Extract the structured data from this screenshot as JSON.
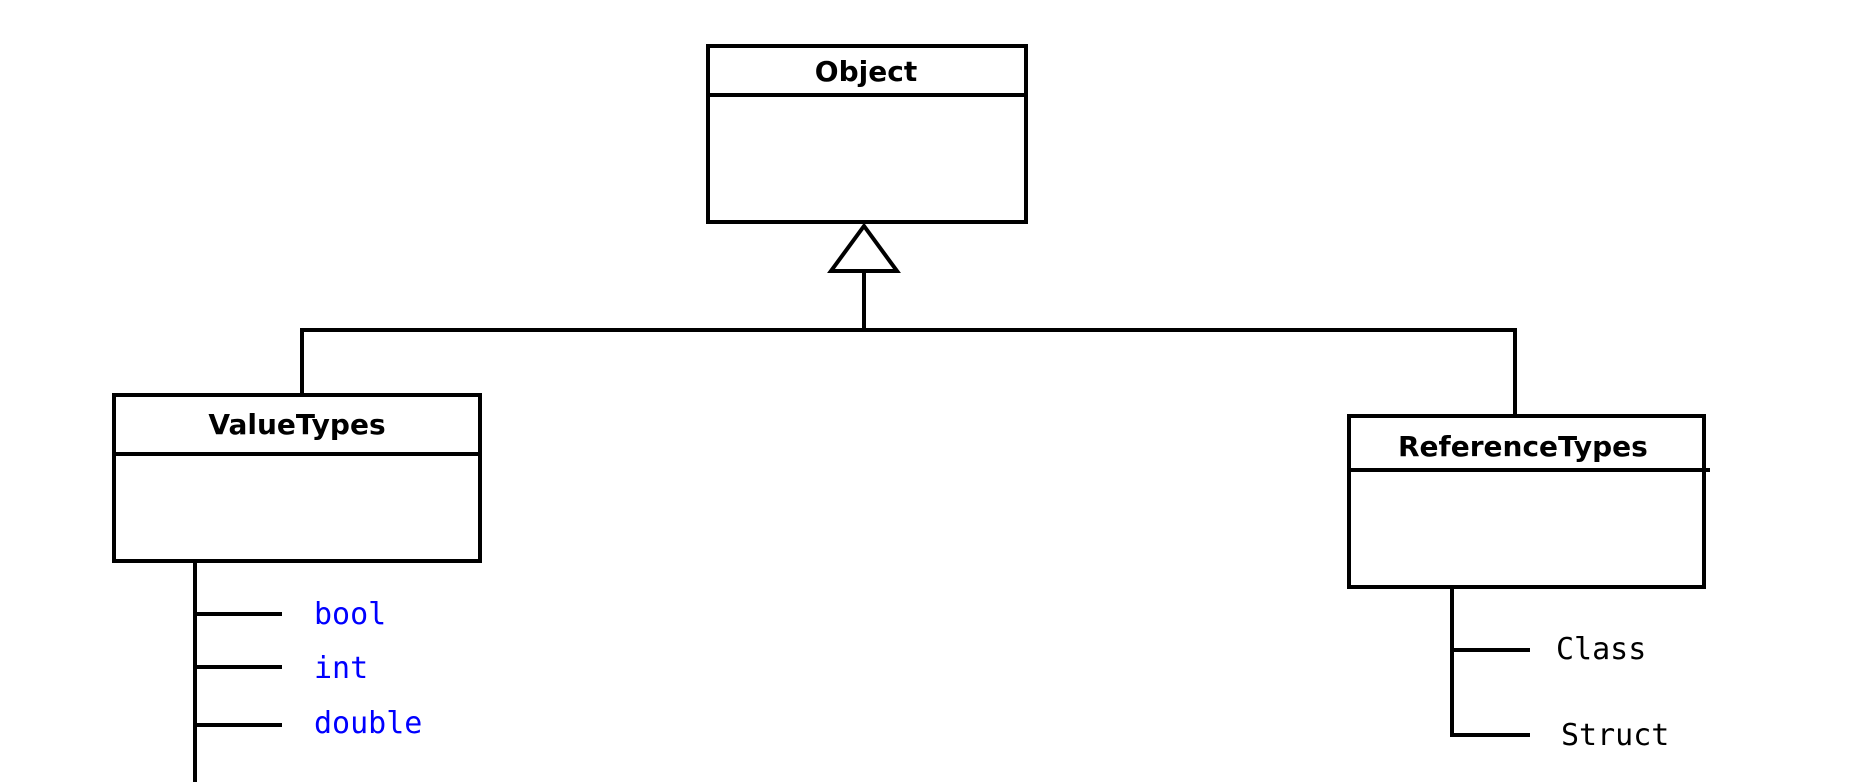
{
  "colors": {
    "line": "#000000",
    "value_member_text": "#0000ff",
    "reference_member_text": "#000000"
  },
  "classes": {
    "object": {
      "title": "Object"
    },
    "value_types": {
      "title": "ValueTypes",
      "members": [
        "bool",
        "int",
        "double"
      ]
    },
    "reference_types": {
      "title": "ReferenceTypes",
      "members": [
        "Class",
        "Struct"
      ]
    }
  }
}
